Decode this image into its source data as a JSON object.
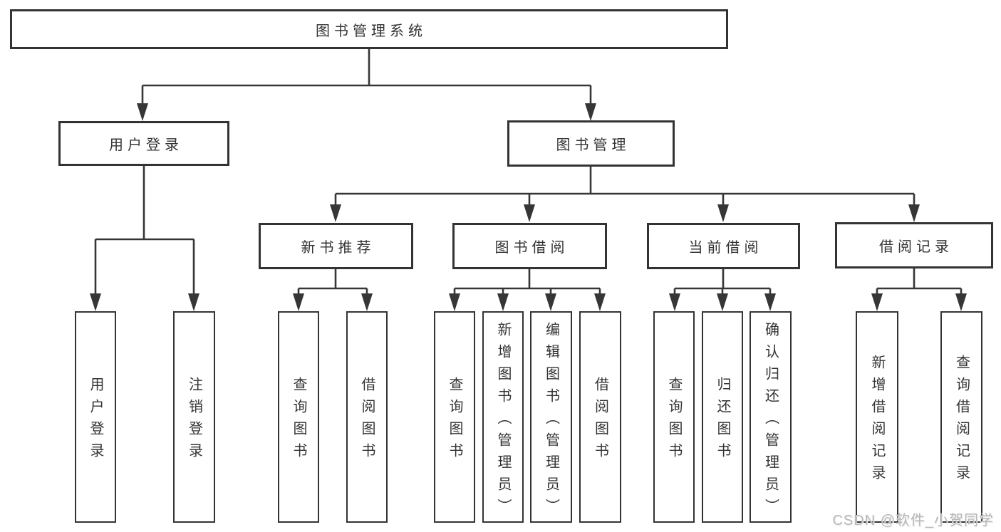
{
  "diagram": {
    "title": "图书管理系统",
    "watermark": "CSDN @软件_小贺同学",
    "colors": {
      "line": "#363636",
      "box_border": "#333333",
      "text": "#333333",
      "watermark": "#b8b8b8",
      "background": "#ffffff"
    },
    "tree": {
      "root": {
        "label": "图书管理系统",
        "children": [
          {
            "label": "用户登录",
            "children": [
              {
                "label": "用户登录"
              },
              {
                "label": "注销登录"
              }
            ]
          },
          {
            "label": "图书管理",
            "children": [
              {
                "label": "新书推荐",
                "children": [
                  {
                    "label": "查询图书"
                  },
                  {
                    "label": "借阅图书"
                  }
                ]
              },
              {
                "label": "图书借阅",
                "children": [
                  {
                    "label": "查询图书"
                  },
                  {
                    "label": "新增图书（管理员）"
                  },
                  {
                    "label": "编辑图书（管理员）"
                  },
                  {
                    "label": "借阅图书"
                  }
                ]
              },
              {
                "label": "当前借阅",
                "children": [
                  {
                    "label": "查询图书"
                  },
                  {
                    "label": "归还图书"
                  },
                  {
                    "label": "确认归还（管理员）"
                  }
                ]
              },
              {
                "label": "借阅记录",
                "children": [
                  {
                    "label": "新增借阅记录"
                  },
                  {
                    "label": "查询借阅记录"
                  }
                ]
              }
            ]
          }
        ]
      }
    }
  }
}
